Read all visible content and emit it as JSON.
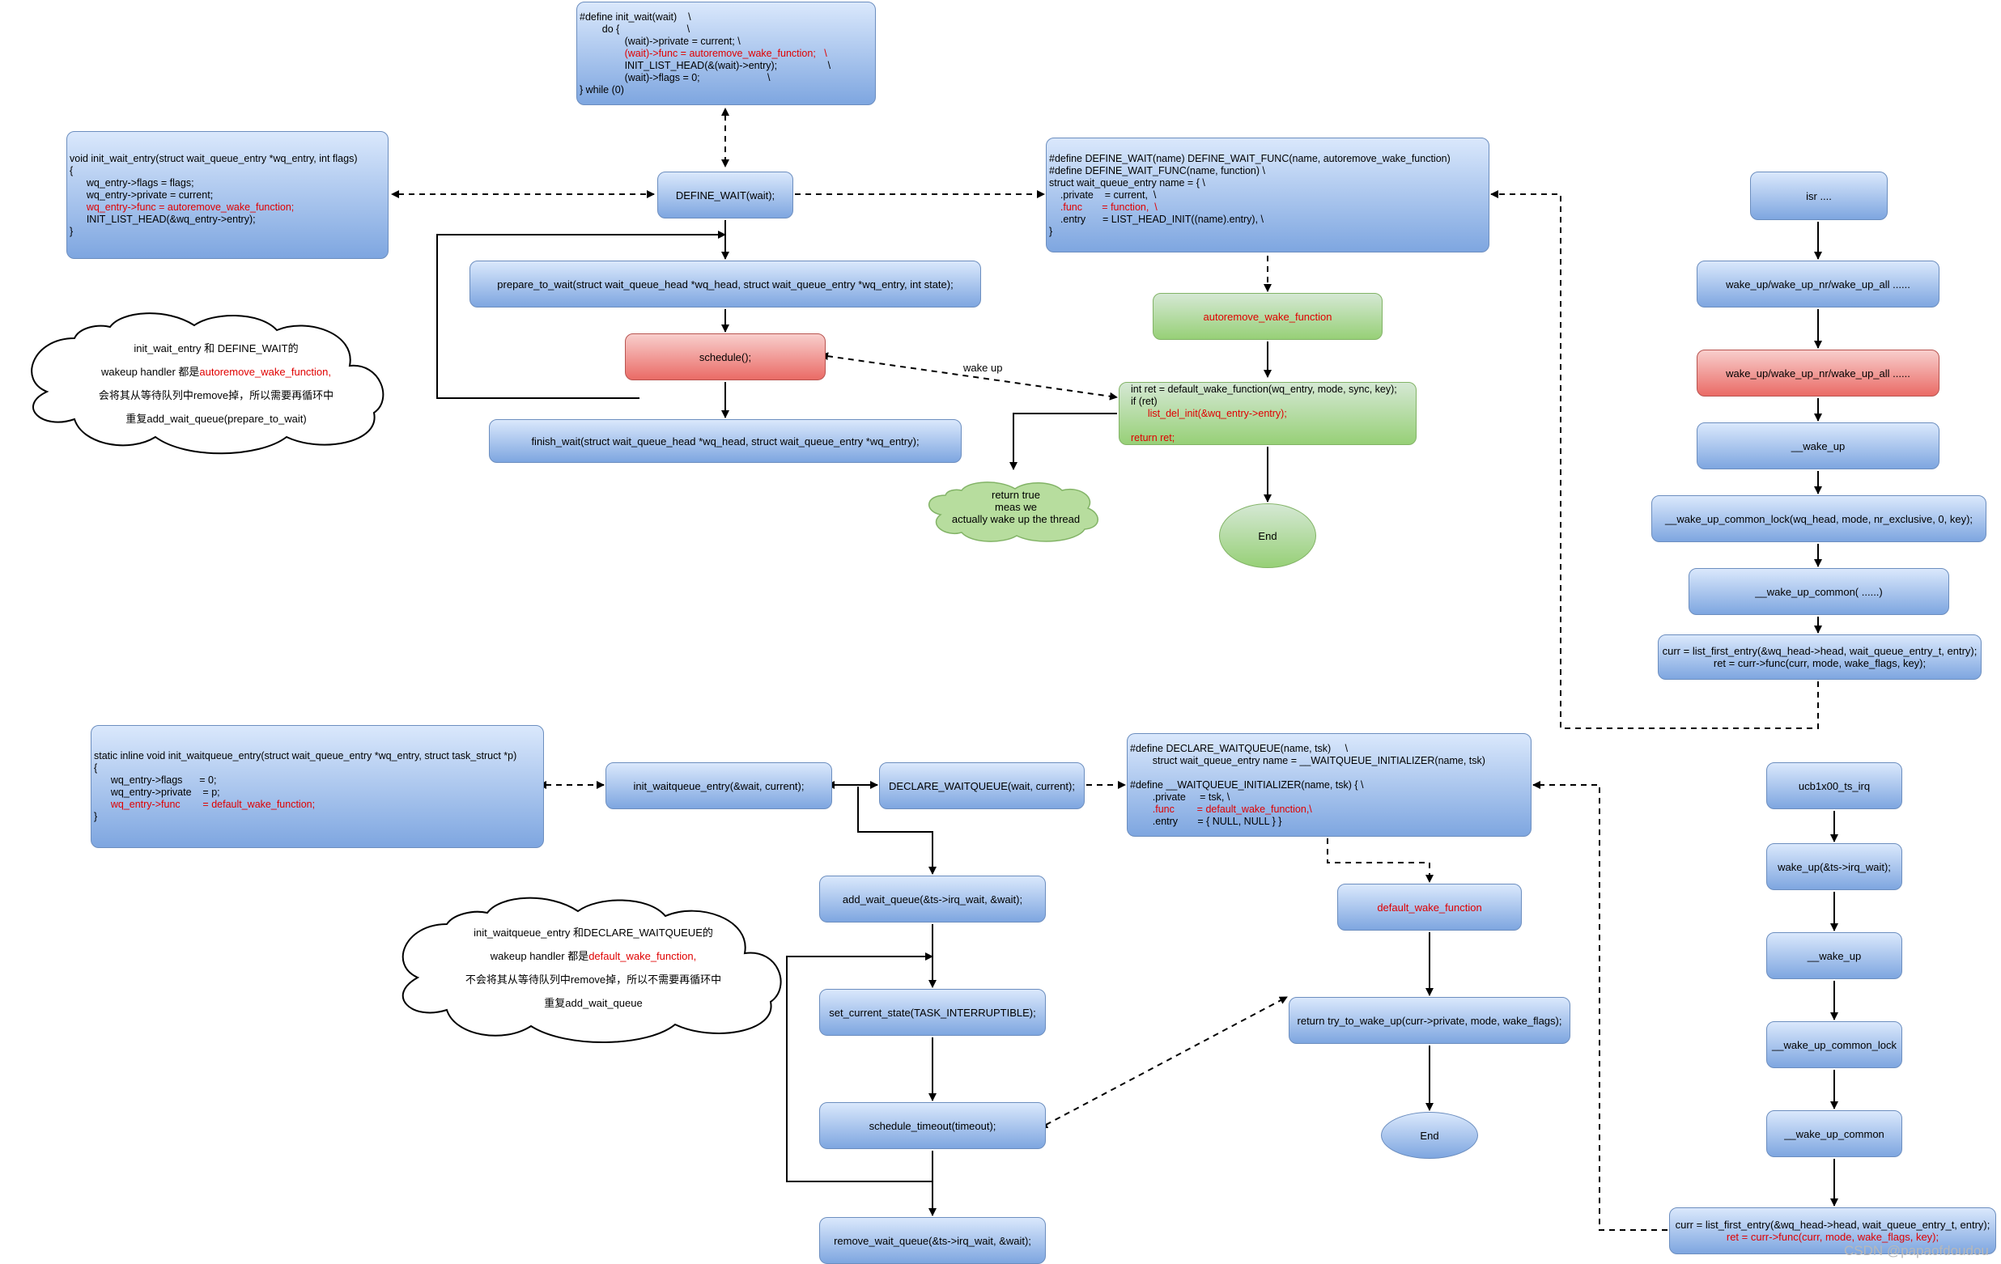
{
  "nodes": {
    "init_wait_macro": [
      "#define init_wait(wait)    \\",
      "        do {                        \\",
      "                (wait)->private = current; \\",
      "                (wait)->func = autoremove_wake_function;   \\",
      "                INIT_LIST_HEAD(&(wait)->entry);                  \\",
      "                (wait)->flags = 0;                        \\",
      "} while (0)"
    ],
    "init_wait_entry": [
      "void init_wait_entry(struct wait_queue_entry *wq_entry, int flags)",
      "{",
      "      wq_entry->flags = flags;",
      "      wq_entry->private = current;",
      "      wq_entry->func = autoremove_wake_function;",
      "      INIT_LIST_HEAD(&wq_entry->entry);",
      "}"
    ],
    "define_wait": "DEFINE_WAIT(wait);",
    "define_wait_macro": [
      "#define DEFINE_WAIT(name) DEFINE_WAIT_FUNC(name, autoremove_wake_function)",
      "#define DEFINE_WAIT_FUNC(name, function) \\",
      "struct wait_queue_entry name = { \\",
      "    .private    = current,  \\",
      "    .func       = function,  \\",
      "    .entry      = LIST_HEAD_INIT((name).entry), \\",
      "}"
    ],
    "prepare_to_wait": "prepare_to_wait(struct wait_queue_head *wq_head, struct wait_queue_entry *wq_entry, int state);",
    "schedule": "schedule();",
    "finish_wait": "finish_wait(struct wait_queue_head *wq_head, struct wait_queue_entry *wq_entry);",
    "autoremove_wake_function": "autoremove_wake_function",
    "autoremove_body": [
      "int ret = default_wake_function(wq_entry, mode, sync, key);",
      "if (ret)",
      "      list_del_init(&wq_entry->entry);",
      "",
      "return ret;"
    ],
    "return_true": [
      "return true",
      "meas we",
      "actually wake up the thread"
    ],
    "end_top": "End",
    "isr": "isr ....",
    "wake_up_1": "wake_up/wake_up_nr/wake_up_all ......",
    "wake_up_2": "wake_up/wake_up_nr/wake_up_all ......",
    "__wake_up_top": "__wake_up",
    "__wake_up_common_lock_top": "__wake_up_common_lock(wq_head, mode, nr_exclusive, 0, key);",
    "__wake_up_common_top": "__wake_up_common( ......)",
    "curr_top": [
      "curr = list_first_entry(&wq_head->head, wait_queue_entry_t, entry);",
      "ret = curr->func(curr, mode, wake_flags, key);"
    ],
    "init_waitqueue_entry_def": [
      "static inline void init_waitqueue_entry(struct wait_queue_entry *wq_entry, struct task_struct *p)",
      "{",
      "      wq_entry->flags      = 0;",
      "      wq_entry->private    = p;",
      "      wq_entry->func        = default_wake_function;",
      "}"
    ],
    "init_waitqueue_call": "init_waitqueue_entry(&wait, current);",
    "declare_waitqueue_call": "DECLARE_WAITQUEUE(wait, current);",
    "declare_waitqueue_macro": [
      "#define DECLARE_WAITQUEUE(name, tsk)     \\",
      "        struct wait_queue_entry name = __WAITQUEUE_INITIALIZER(name, tsk)",
      "",
      "#define __WAITQUEUE_INITIALIZER(name, tsk) { \\",
      "        .private     = tsk, \\",
      "        .func        = default_wake_function,\\",
      "        .entry       = { NULL, NULL } }"
    ],
    "add_wait_queue": "add_wait_queue(&ts->irq_wait, &wait);",
    "set_current_state": "set_current_state(TASK_INTERRUPTIBLE);",
    "schedule_timeout": "schedule_timeout(timeout);",
    "remove_wait_queue": "remove_wait_queue(&ts->irq_wait, &wait);",
    "default_wake_function": "default_wake_function",
    "try_to_wake_up": "return try_to_wake_up(curr->private, mode, wake_flags);",
    "end_bottom": "End",
    "ucb1x00_ts_irq": "ucb1x00_ts_irq",
    "wake_up_irq_wait": "wake_up(&ts->irq_wait);",
    "__wake_up_bottom": "__wake_up",
    "__wake_up_common_lock_bottom": "__wake_up_common_lock",
    "__wake_up_common_bottom": "__wake_up_common",
    "curr_bottom": [
      "curr = list_first_entry(&wq_head->head, wait_queue_entry_t, entry);",
      "ret = curr->func(curr, mode, wake_flags, key);"
    ]
  },
  "clouds": {
    "top": {
      "line1": "init_wait_entry 和 DEFINE_WAIT的",
      "line2_pre": "wakeup handler 都是",
      "line2_red": "autoremove_wake_function",
      "line2_post": ",",
      "line3": "会将其从等待队列中remove掉，所以需要再循环中",
      "line4": "重复add_wait_queue(prepare_to_wait)"
    },
    "bottom": {
      "line1": "init_waitqueue_entry 和DECLARE_WAITQUEUE的",
      "line2_pre": "wakeup handler 都是",
      "line2_red": "default_wake_function",
      "line2_post": ",",
      "line3": "不会将其从等待队列中remove掉，所以不需要再循环中",
      "line4": "重复add_wait_queue"
    }
  },
  "edge_labels": {
    "wake_up": "wake up"
  },
  "watermark": "CSDN @papaofdoudou",
  "colors": {
    "blue_fill_top": "#dae8fc",
    "blue_fill_bottom": "#7ea6e0",
    "blue_stroke": "#6c8ebf",
    "red_fill_top": "#f8cecc",
    "red_fill_bottom": "#ea6b66",
    "red_stroke": "#b85450",
    "green_fill_top": "#d5e8d4",
    "green_fill_bottom": "#97d077",
    "green_stroke": "#82b366",
    "highlight_text": "#e00000"
  }
}
